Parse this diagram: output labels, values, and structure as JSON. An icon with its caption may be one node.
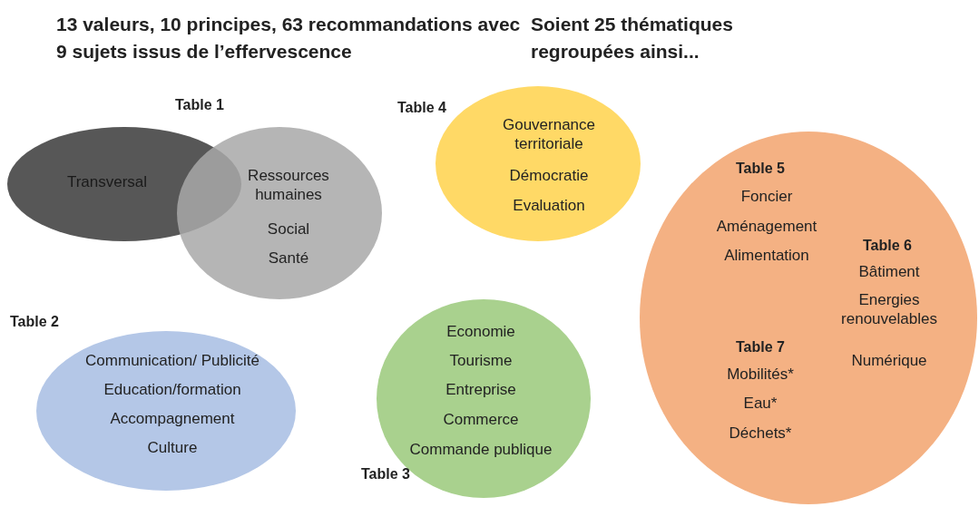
{
  "diagram": {
    "nodes": [
      {
        "text": [
          "Transversal"
        ]
      },
      {
        "text": [
          "Ressources humaines",
          "Social",
          "Santé"
        ]
      },
      {
        "text": [
          "Table 2",
          "Communication/ Publicité",
          "Education/formation",
          "Accompagnement",
          "Culture"
        ]
      },
      {
        "text": [
          "Economie",
          "Tourisme",
          "Entreprise",
          "Commerce",
          "Commande publique",
          "Table 3"
        ]
      },
      {
        "text": [
          "Table 4",
          "Gouvernance territoriale",
          "Démocratie",
          "Evaluation"
        ]
      },
      {
        "text": [
          "Table 5",
          "Foncier",
          "Aménagement",
          "Alimentation",
          "Table 6",
          "Bâtiment",
          "Energies renouvelables",
          "Numérique",
          "Table 7",
          "Mobilités*",
          "Eau*",
          "Déchets*"
        ]
      }
    ],
    "edges": [],
    "labels": [
      "13 valeurs, 10 principes, 63 recommandations avec 9 sujets issus de l’effervescence",
      "Soient 25 thématiques regroupées ainsi...",
      "Table 1"
    ]
  }
}
